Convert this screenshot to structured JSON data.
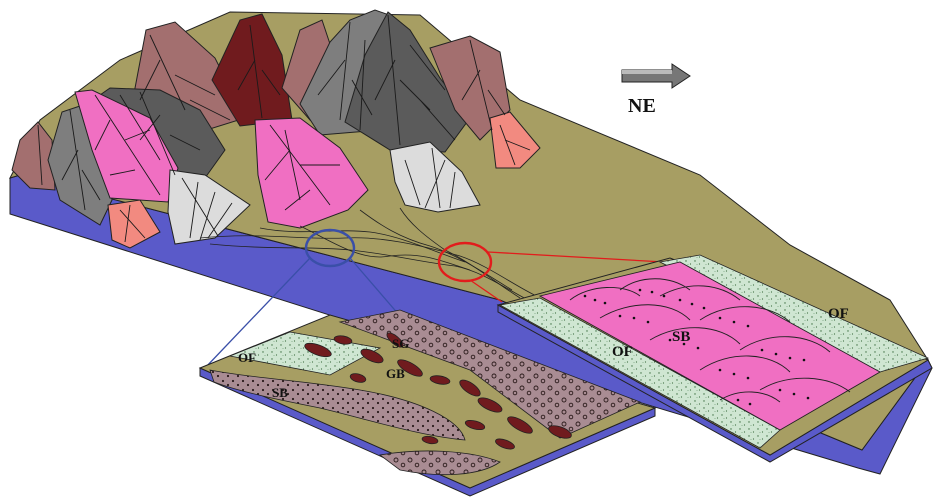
{
  "direction": {
    "label": "NE"
  },
  "inset_left": {
    "labels": {
      "of": "OF",
      "sg": "SG",
      "gb": "GB",
      "sb": "SB"
    }
  },
  "inset_right": {
    "labels": {
      "of_top": "OF",
      "of_bottom": "OF",
      "sb": "SB"
    }
  },
  "colors": {
    "plain": "#a79e63",
    "base": "#5a5ac9",
    "pink": "#f06fc2",
    "salmon": "#f28a80",
    "mauve": "#a36f6f",
    "maroon": "#701b1e",
    "gray": "#7e7e7e",
    "darkgray": "#5b5b5b",
    "lightgray": "#dcdcdc",
    "green_speckle": "#cfe6d2",
    "sand_mauve": "#a98c93",
    "highlight_red": "#e21c1c",
    "highlight_blue": "#3a4fa8"
  }
}
